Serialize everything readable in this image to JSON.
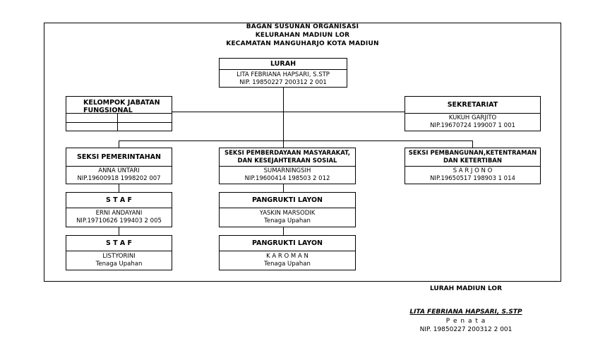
{
  "title": {
    "line1": "BAGAN SUSUNAN ORGANISASI",
    "line2": "KELURAHAN MADIUN LOR",
    "line3": "KECAMATAN MANGUHARJO KOTA MADIUN"
  },
  "lurah": {
    "heading": "LURAH",
    "name": "LITA FEBRIANA HAPSARI, S.STP",
    "nip": "NIP. 19850227 200312 2 001"
  },
  "kelompok": {
    "heading": "KELOMPOK JABATAN FUNGSIONAL"
  },
  "sekretariat": {
    "heading": "SEKRETARIAT",
    "name": "KUKUH GARJITO",
    "nip": "NIP.19670724 199007 1 001"
  },
  "seksi_pemerintahan": {
    "heading": "SEKSI PEMERINTAHAN",
    "name": "ANNA UNTARI",
    "nip": "NIP.19600918 1998202 007"
  },
  "staf_1": {
    "heading": "S T A F",
    "name": "ERNI ANDAYANI",
    "nip": "NIP.19710626 199403 2 005"
  },
  "staf_2": {
    "heading": "S T A F",
    "name": "LISTYORINI",
    "status": "Tenaga Upahan"
  },
  "seksi_pemberdayaan": {
    "heading_line1": "SEKSI PEMBERDAYAAN MASYARAKAT,",
    "heading_line2": "DAN KESEJAHTERAAN SOSIAL",
    "name": "SUMARNINGSIH",
    "nip": "NIP.19600414 198503 2 012"
  },
  "pangrukti_1": {
    "heading": "PANGRUKTI LAYON",
    "name": "YASKIN MARSODIK",
    "status": "Tenaga Upahan"
  },
  "pangrukti_2": {
    "heading": "PANGRUKTI LAYON",
    "name": "K A R O M A N",
    "status": "Tenaga Upahan"
  },
  "seksi_pembangunan": {
    "heading_line1": "SEKSI PEMBANGUNAN,KETENTRAMAN",
    "heading_line2": "DAN KETERTIBAN",
    "name": "S A R J O N O",
    "nip": "NIP.19650517 198903 1 014"
  },
  "signature": {
    "title": "LURAH MADIUN LOR",
    "name": "LITA FEBRIANA HAPSARI, S.STP",
    "rank": "P e n a t a",
    "nip": "NIP. 19850227 200312 2 001"
  }
}
